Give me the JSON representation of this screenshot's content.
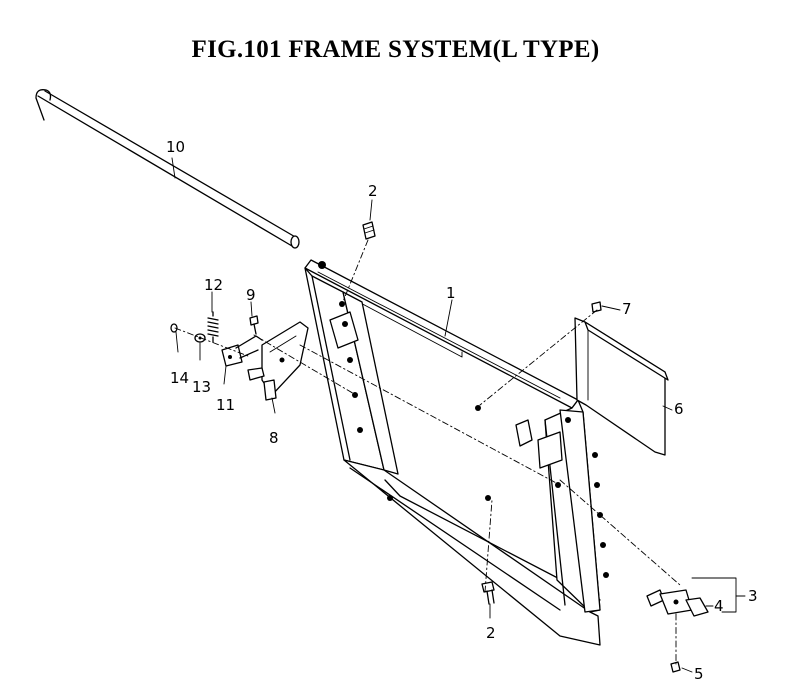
{
  "title": "FIG.101  FRAME SYSTEM(L TYPE)",
  "callouts": {
    "c1": "1",
    "c2_top": "2",
    "c2_bottom": "2",
    "c3": "3",
    "c4": "4",
    "c5": "5",
    "c6": "6",
    "c7": "7",
    "c8": "8",
    "c9": "9",
    "c10": "10",
    "c11": "11",
    "c12": "12",
    "c13": "13",
    "c14": "14"
  }
}
